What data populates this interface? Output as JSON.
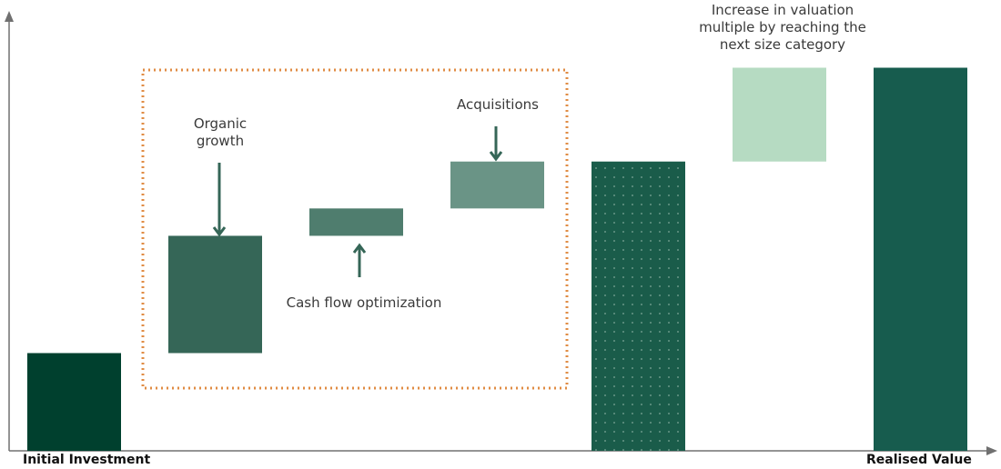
{
  "chart_data": {
    "type": "waterfall",
    "title": "",
    "xlabel": "",
    "ylabel": "",
    "ylim": [
      0,
      100
    ],
    "categories": [
      "Initial Investment",
      "Organic growth",
      "Cash flow optimization",
      "Acquisitions",
      "",
      "Increase in valuation multiple by reaching the next size category",
      "Realised Value"
    ],
    "bars": [
      {
        "name": "Initial Investment",
        "base": 0,
        "value": 25,
        "kind": "total",
        "color": "#00402e"
      },
      {
        "name": "Organic growth",
        "base": 25,
        "value": 30,
        "kind": "increase",
        "color": "#356657"
      },
      {
        "name": "Cash flow optimization",
        "base": 55,
        "value": 7,
        "kind": "increase",
        "color": "#4f7d6e"
      },
      {
        "name": "Acquisitions",
        "base": 62,
        "value": 12,
        "kind": "increase",
        "color": "#6a9486"
      },
      {
        "name": "",
        "base": 0,
        "value": 74,
        "kind": "subtotal-dotted",
        "color": "#1a5c4a"
      },
      {
        "name": "Increase in valuation multiple by reaching the next size category",
        "base": 74,
        "value": 24,
        "kind": "increase",
        "color": "#b6dbc2"
      },
      {
        "name": "Realised Value",
        "base": 0,
        "value": 98,
        "kind": "total",
        "color": "#175c4e"
      }
    ],
    "x_tick_labels": [
      "Initial Investment",
      "Realised Value"
    ],
    "annotations": {
      "organic": "Organic growth",
      "cashflow": "Cash flow optimization",
      "acquisitions": "Acquisitions",
      "multiple": "Increase in valuation multiple by reaching the next size category"
    },
    "grouping_box": {
      "style": "dotted",
      "color": "#e08c44",
      "covers": [
        "Organic growth",
        "Cash flow optimization",
        "Acquisitions"
      ]
    },
    "grid": false,
    "legend": "none"
  }
}
